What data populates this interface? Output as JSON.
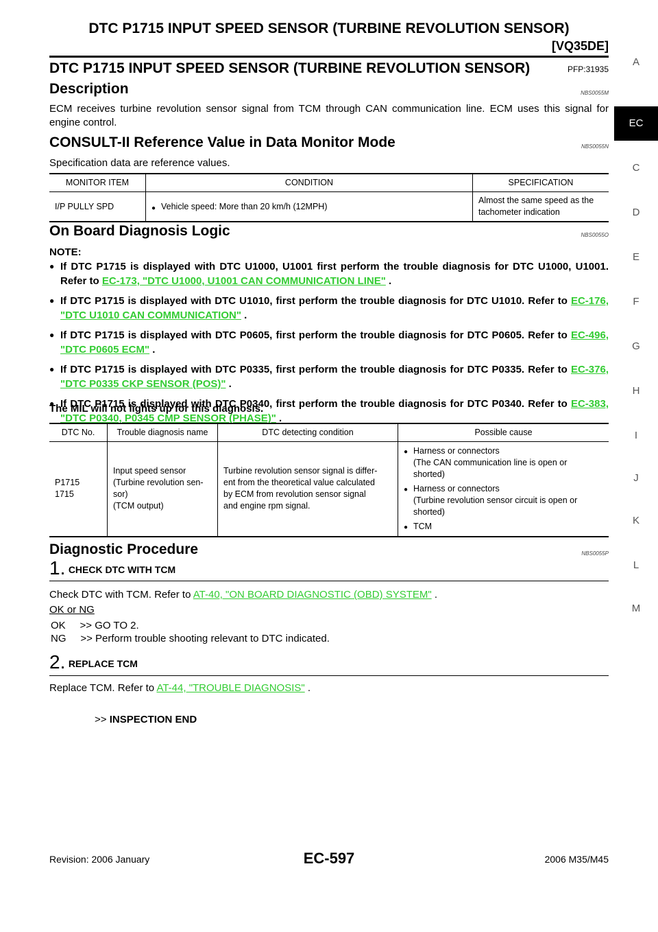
{
  "header": {
    "title": "DTC P1715 INPUT SPEED SENSOR (TURBINE REVOLUTION SENSOR)",
    "engine": "[VQ35DE]"
  },
  "side_index": [
    "A",
    "EC",
    "C",
    "D",
    "E",
    "F",
    "G",
    "H",
    "I",
    "J",
    "K",
    "L",
    "M"
  ],
  "section_title": "DTC P1715 INPUT SPEED SENSOR (TURBINE REVOLUTION SENSOR)",
  "section_pfp": "PFP:31935",
  "description": {
    "heading": "Description",
    "code": "NBS0055M",
    "text": "ECM receives turbine revolution sensor signal from TCM through CAN communication line. ECM uses this signal for engine control."
  },
  "consult": {
    "heading": "CONSULT-II Reference Value in Data Monitor Mode",
    "code": "NBS0055N",
    "intro": "Specification data are reference values.",
    "columns": [
      "MONITOR ITEM",
      "CONDITION",
      "SPECIFICATION"
    ],
    "row": {
      "item": "I/P PULLY SPD",
      "condition": "Vehicle speed: More than 20 km/h (12MPH)",
      "spec": "Almost the same speed as the tachometer indication"
    }
  },
  "obd": {
    "heading": "On Board Diagnosis Logic",
    "code": "NBS0055O",
    "note_label": "NOTE:",
    "notes": [
      {
        "text": "If DTC P1715 is displayed with DTC U1000, U1001 first perform the trouble diagnosis for DTC U1000, U1001. Refer to ",
        "link": "EC-173, \"DTC U1000, U1001 CAN COMMUNICATION LINE\"",
        "tail": " ."
      },
      {
        "text": "If DTC P1715 is displayed with DTC U1010, first perform the trouble diagnosis for DTC U1010. Refer to ",
        "link": "EC-176, \"DTC U1010 CAN COMMUNICATION\"",
        "tail": " ."
      },
      {
        "text": "If DTC P1715 is displayed with DTC P0605, first perform the trouble diagnosis for DTC P0605. Refer to ",
        "link": "EC-496, \"DTC P0605 ECM\"",
        "tail": " ."
      },
      {
        "text": "If DTC P1715 is displayed with DTC P0335, first perform the trouble diagnosis for DTC P0335. Refer to ",
        "link": "EC-376, \"DTC P0335 CKP SENSOR (POS)\"",
        "tail": " ."
      },
      {
        "text": "If DTC P1715 is displayed with DTC P0340, first perform the trouble diagnosis for DTC P0340. Refer to ",
        "link": "EC-383, \"DTC P0340, P0345 CMP SENSOR (PHASE)\"",
        "tail": " ."
      }
    ],
    "mil": "The MIL will not lights up for this diagnosis.",
    "columns": [
      "DTC No.",
      "Trouble diagnosis name",
      "DTC detecting condition",
      "Possible cause"
    ],
    "row": {
      "dtc1": "P1715",
      "dtc2": "1715",
      "name": [
        "Input speed sensor",
        "(Turbine revolution sen-",
        "sor)",
        "(TCM output)"
      ],
      "condition": [
        "Turbine revolution sensor signal is differ-",
        "ent from the theoretical value calculated",
        "by ECM from revolution sensor signal",
        "and engine rpm signal."
      ],
      "causes": [
        [
          "Harness or connectors",
          "(The CAN communication line is open or",
          "shorted)"
        ],
        [
          "Harness or connectors",
          "(Turbine revolution sensor circuit is open or",
          "shorted)"
        ],
        [
          "TCM"
        ]
      ]
    }
  },
  "diag": {
    "heading": "Diagnostic Procedure",
    "code": "NBS0055P",
    "step1": {
      "num": "1.",
      "label": "CHECK DTC WITH TCM",
      "text": "Check DTC with TCM. Refer to ",
      "link": "AT-40, \"ON BOARD DIAGNOSTIC (OBD) SYSTEM\"",
      "tail": " .",
      "oknG": "OK or NG",
      "ok": "OK     >> GO TO 2.",
      "ng": "NG     >> Perform trouble shooting relevant to DTC indicated."
    },
    "step2": {
      "num": "2.",
      "label": "REPLACE TCM",
      "text": "Replace TCM. Refer to ",
      "link": "AT-44, \"TROUBLE DIAGNOSIS\"",
      "tail": " .",
      "end_prefix": ">> ",
      "end": "INSPECTION END"
    }
  },
  "footer": {
    "revision": "Revision: 2006 January",
    "page": "EC-597",
    "model": "2006 M35/M45"
  },
  "colors": {
    "link": "#33cc33",
    "active_tab": "#000000"
  }
}
